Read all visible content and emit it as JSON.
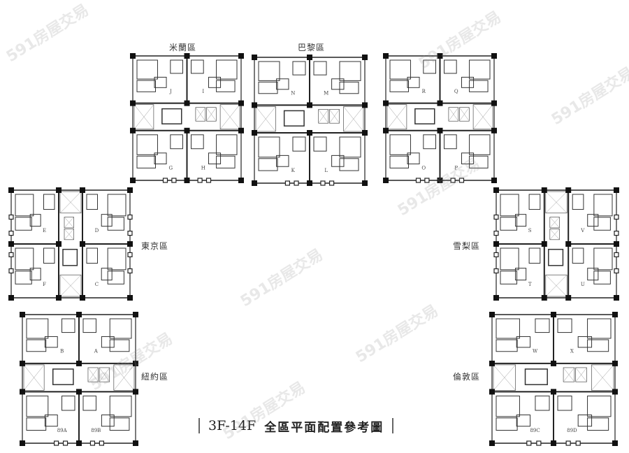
{
  "title": {
    "floors": "3F-14F",
    "caption": "全區平面配置參考圖"
  },
  "watermark": "591房屋交易",
  "zones": [
    {
      "name": "米蘭區",
      "units": [
        "J",
        "I",
        "G",
        "H"
      ]
    },
    {
      "name": "巴黎區",
      "units": [
        "N",
        "M",
        "K",
        "L"
      ]
    },
    {
      "name": "",
      "units": [
        "R",
        "Q",
        "O",
        "P"
      ]
    },
    {
      "name": "東京區",
      "units": [
        "E",
        "D",
        "F",
        "C"
      ]
    },
    {
      "name": "紐約區",
      "units": [
        "B",
        "A",
        "89A",
        "89B"
      ]
    },
    {
      "name": "雪梨區",
      "units": [
        "S",
        "V",
        "T",
        "U"
      ]
    },
    {
      "name": "倫敦區",
      "units": [
        "W",
        "X",
        "89C",
        "89D"
      ]
    }
  ]
}
